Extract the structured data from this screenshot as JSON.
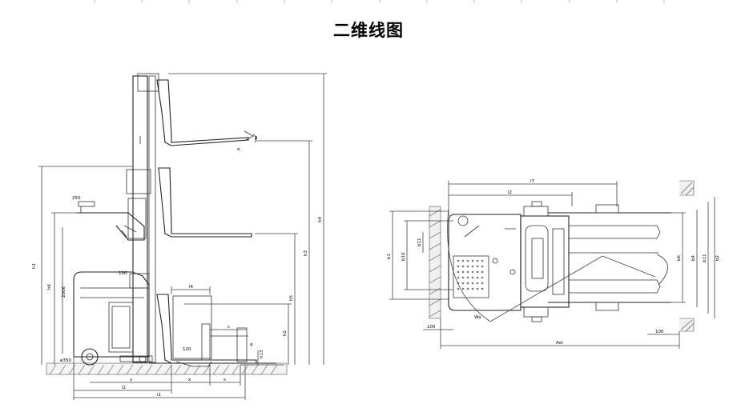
{
  "title": "二维线图",
  "side_view": {
    "labels": {
      "h1": "h1",
      "h6": "h6",
      "h4": "h4",
      "h3": "h3",
      "h13": "h13",
      "h2": "h2",
      "h5": "h5",
      "l4": "l4",
      "l2": "l2",
      "l1": "l1",
      "y": "y",
      "x": "x",
      "s": "s",
      "c": "c",
      "q": "q",
      "val2006": "2006",
      "val250": "250",
      "val120": "120",
      "alpha": "α",
      "beta": "β",
      "d100": "100",
      "d350": "ø350"
    }
  },
  "top_view": {
    "labels": {
      "l7": "l7",
      "l2": "l2",
      "b1": "b1",
      "b10": "b10",
      "b11": "b11",
      "b6": "b6",
      "b4": "b4",
      "b2": "b2",
      "r": "Wa",
      "left_100": "100",
      "right_100": "100",
      "ast": "Ast"
    }
  }
}
